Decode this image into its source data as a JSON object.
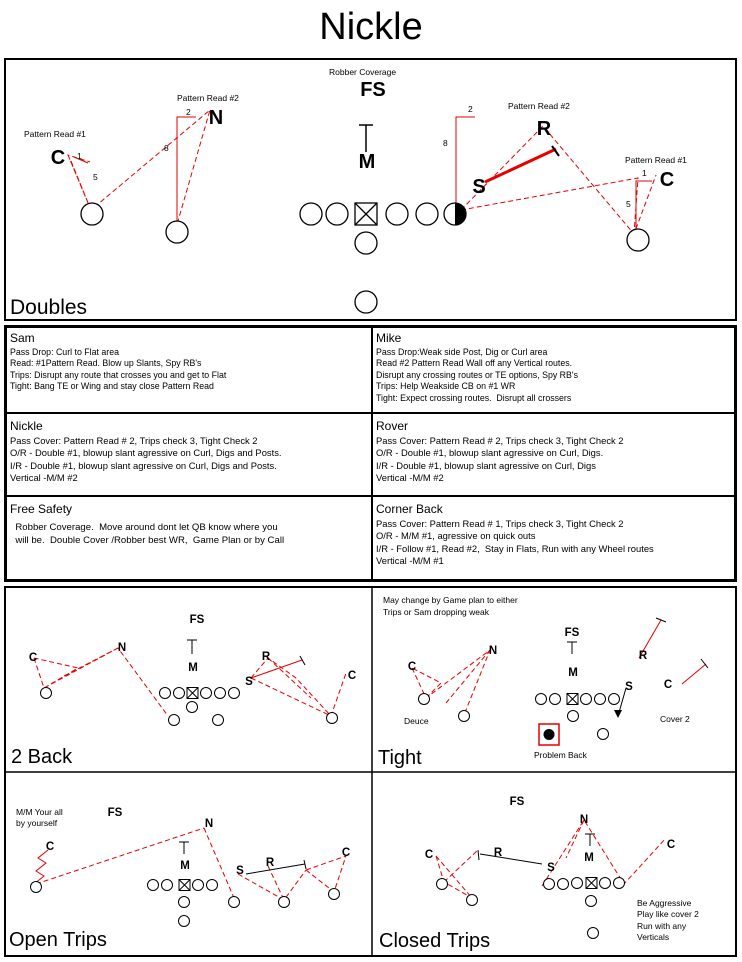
{
  "title": "Nickle",
  "doubles": {
    "name": "Doubles",
    "coverage_label": "Robber Coverage",
    "fs": "FS",
    "m": "M",
    "n": "N",
    "c_left": "C",
    "c_right": "C",
    "r": "R",
    "s": "S",
    "pattern_read_1_left": "Pattern Read #1",
    "pattern_read_2_left": "Pattern Read #2",
    "pattern_read_2_right": "Pattern Read #2",
    "pattern_read_1_right": "Pattern Read #1",
    "num_1_left": "1",
    "num_5_left": "5",
    "num_2_left": "2",
    "num_8_left": "8",
    "num_2_right": "2",
    "num_8_right": "8",
    "num_1_right": "1",
    "num_5_right": "5"
  },
  "assignments": [
    {
      "name": "Sam",
      "lines": "Pass Drop: Curl to Flat area\nRead: #1Pattern Read. Blow up Slants, Spy RB's\nTrips: Disrupt any route that crosses you and get to Flat\nTight: Bang TE or Wing and stay close Pattern Read"
    },
    {
      "name": "Mike",
      "lines": "Pass Drop:Weak side Post, Dig or Curl area\nRead #2 Pattern Read Wall off any Vertical routes.\nDisrupt any crossing routes or TE options, Spy RB's\nTrips: Help Weakside CB on #1 WR\nTight: Expect crossing routes.  Disrupt all crossers"
    },
    {
      "name": "Nickle",
      "lines": "Pass Cover: Pattern Read # 2, Trips check 3, Tight Check 2\nO/R - Double #1, blowup slant agressive on Curl, Digs and Posts.\nI/R - Double #1, blowup slant agressive on Curl, Digs and Posts.\nVertical -M/M #2"
    },
    {
      "name": "Rover",
      "lines": "Pass Cover: Pattern Read # 2, Trips check 3, Tight Check 2\nO/R - Double #1, blowup slant agressive on Curl, Digs.\nI/R - Double #1, blowup slant agressive on Curl, Digs\nVertical -M/M #2"
    },
    {
      "name": "Free Safety",
      "lines": "  Robber Coverage.  Move around dont let QB know where you\n  will be.  Double Cover /Robber best WR,  Game Plan or by Call"
    },
    {
      "name": "Corner Back",
      "lines": "Pass Cover: Pattern Read # 1, Trips check 3, Tight Check 2\nO/R - M/M #1, agressive on quick outs\nI/R - Follow #1, Read #2,  Stay in Flats, Run with any Wheel routes\nVertical -M/M #1"
    }
  ],
  "two_back": {
    "name": "2 Back",
    "fs": "FS",
    "m": "M",
    "n": "N",
    "c_left": "C",
    "r": "R",
    "s": "S",
    "c_right": "C"
  },
  "tight": {
    "name": "Tight",
    "note_1": "May change by Game plan to either",
    "note_2": "Trips or Sam dropping weak",
    "fs": "FS",
    "m": "M",
    "n": "N",
    "c_left": "C",
    "r": "R",
    "s": "S",
    "c_right": "C",
    "deuce": "Deuce",
    "cover2": "Cover 2",
    "problem_back": "Problem Back"
  },
  "open_trips": {
    "name": "Open Trips",
    "note_1": "M/M Your all",
    "note_2": "by yourself",
    "fs": "FS",
    "n": "N",
    "c_left": "C",
    "m": "M",
    "s": "S",
    "r": "R",
    "c_right": "C"
  },
  "closed_trips": {
    "name": "Closed Trips",
    "fs": "FS",
    "n": "N",
    "c_left": "C",
    "r": "R",
    "m": "M",
    "s": "S",
    "c_right": "C",
    "note_1": "Be Aggressive",
    "note_2": "Play like cover 2",
    "note_3": "Run with any",
    "note_4": "Verticals"
  },
  "colors": {
    "route": "#e60000",
    "ink": "#000000"
  }
}
